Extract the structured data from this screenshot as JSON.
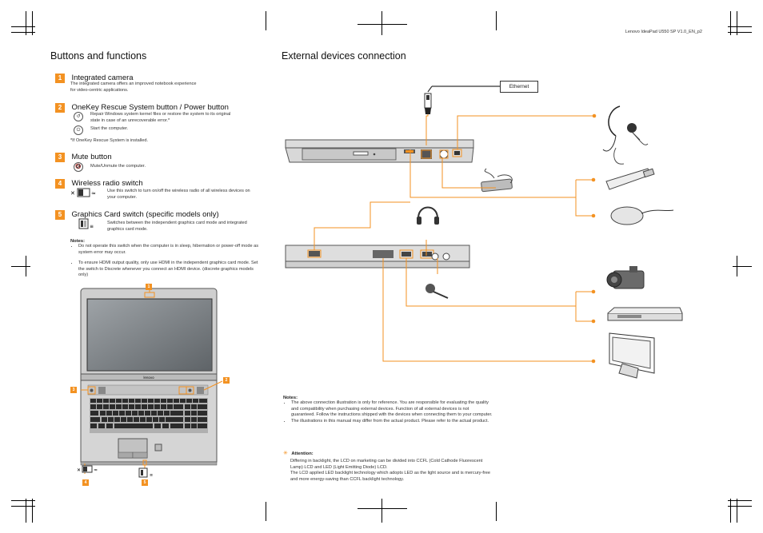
{
  "doc_code": "Lenovo IdeaPad U550 SP V1.0_EN_p2",
  "left": {
    "title": "Buttons and functions",
    "sections": [
      {
        "num": "1",
        "title": "Integrated camera",
        "text": "The integrated camera offers an improved notebook experience for video-centric applications."
      },
      {
        "num": "2",
        "title": "OneKey Rescue System button / Power button",
        "item1": "Repair Windows system kernel files or restore the system to its original state in case of an unrecoverable error.*",
        "item2": "Start the computer.",
        "footnote": "*If OneKey Rescue System is installed."
      },
      {
        "num": "3",
        "title": "Mute button",
        "text": "Mute/Unmute the computer."
      },
      {
        "num": "4",
        "title": "Wireless radio switch",
        "text": "Use this switch to turn on/off the wireless radio of all wireless devices on your computer."
      },
      {
        "num": "5",
        "title": "Graphics Card switch (specific models only)",
        "text": "Switches between the independent graphics card mode and integrated graphics card mode."
      }
    ],
    "notes_title": "Notes:",
    "notes": [
      "Do not operate this switch when the computer is in sleep, hibernation or power-off mode as system error may occur.",
      "To ensure HDMI output quality, only use HDMI in the independent graphics card mode. Set the switch to Discrete whenever you connect an HDMI device. (discrete graphics models only)"
    ],
    "laptop_brand": "lenovo",
    "callouts": [
      "1",
      "2",
      "3",
      "4",
      "5"
    ]
  },
  "right": {
    "title": "External devices connection",
    "ethernet_label": "Ethernet",
    "notes_title": "Notes:",
    "notes": [
      "The above connection illustration is only for reference. You are responsible for evaluating the quality and compatibility when purchasing external devices. Function of all external devices is not guaranteed. Follow the instructions shipped with the devices when connecting them to your computer.",
      "The illustrations in this manual may differ from the actual product. Please refer to the actual product."
    ],
    "attention_title": "Attention:",
    "attention_text1": "Differing in backlight, the LCD on marketing can be divided into CCFL (Cold Cathode Fluorescent Lamp) LCD and LED (Light Emitting Diode) LCD.",
    "attention_text2": "The LCD applied LED backlight technology which adopts LED as the light source and is mercury-free and more energy-saving than CCFL backlight technology."
  },
  "colors": {
    "accent": "#f39222",
    "line": "#f39222"
  }
}
